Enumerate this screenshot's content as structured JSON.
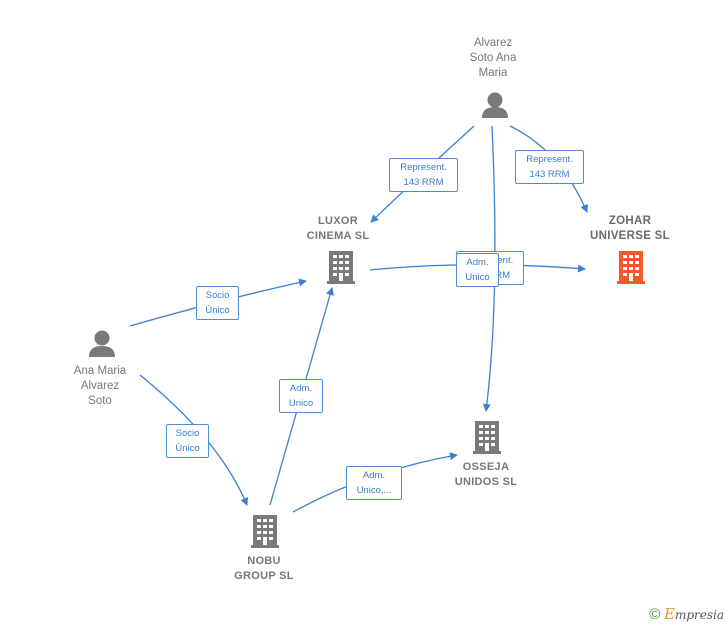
{
  "nodes": {
    "alvarez": {
      "label": "Alvarez\nSoto Ana\nMaria",
      "icon": "person-icon"
    },
    "ana": {
      "label": "Ana Maria\nAlvarez\nSoto",
      "icon": "person-icon"
    },
    "luxor": {
      "label": "LUXOR\nCINEMA  SL",
      "icon": "building-icon"
    },
    "zohar": {
      "label": "ZOHAR\nUNIVERSE  SL",
      "icon": "building-icon"
    },
    "osseja": {
      "label": "OSSEJA\nUNIDOS SL",
      "icon": "building-icon"
    },
    "nobu": {
      "label": "NOBU\nGROUP SL",
      "icon": "building-icon"
    }
  },
  "edges": {
    "e1": {
      "line1": "Represent.",
      "line2": "143 RRM"
    },
    "e2": {
      "line1": "Represent.",
      "line2": "143 RRM"
    },
    "e3": {
      "line1": "Represent.",
      "line2": "143 RRM"
    },
    "e4": {
      "line1": "Adm.",
      "line2": "Unico"
    },
    "e5": {
      "line1": "Socio",
      "line2": "Único"
    },
    "e6": {
      "line1": "Socio",
      "line2": "Único"
    },
    "e7": {
      "line1": "Adm.",
      "line2": "Unico"
    },
    "e8": {
      "line1": "Adm.",
      "line2": "Unico,..."
    }
  },
  "colors": {
    "edge": "#3b7fd0",
    "node_gray": "#7a7a7a",
    "focus": "#f05a28"
  },
  "footer": {
    "copyright": "©",
    "brand_e": "E",
    "brand_rest": "mpresia"
  }
}
